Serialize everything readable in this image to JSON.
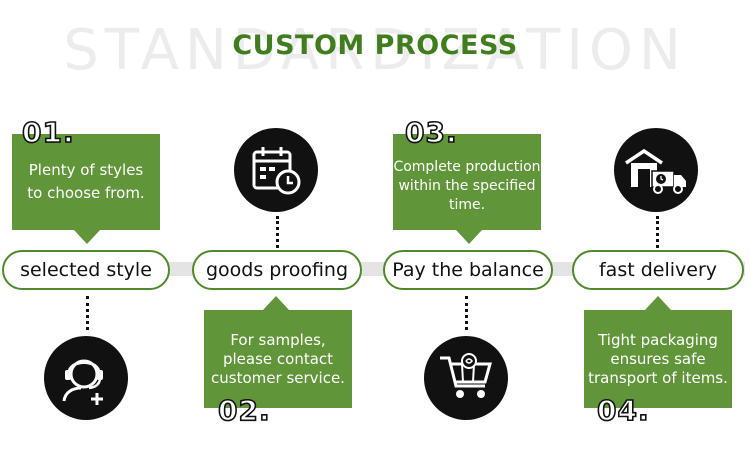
{
  "background_word": "STANDARDIZATION",
  "title": "CUSTOM PROCESS",
  "colors": {
    "accent_green": "#609639",
    "title_green": "#3f7d1f",
    "icon_black": "#111111"
  },
  "steps": [
    {
      "number": "01.",
      "label": "selected style",
      "desc": [
        "Plenty of styles",
        "to choose from."
      ],
      "icon": "customer-service-icon"
    },
    {
      "number": "02.",
      "label": "goods proofing",
      "desc": [
        "For samples,",
        "please contact",
        "customer service."
      ],
      "icon": "calendar-clock-icon"
    },
    {
      "number": "03.",
      "label": "Pay the balance",
      "desc": [
        "Complete production",
        "within the specified",
        "time."
      ],
      "icon": "shopping-cart-icon"
    },
    {
      "number": "04.",
      "label": "fast delivery",
      "desc": [
        "Tight packaging",
        "ensures safe",
        "transport of items."
      ],
      "icon": "warehouse-truck-icon"
    }
  ]
}
